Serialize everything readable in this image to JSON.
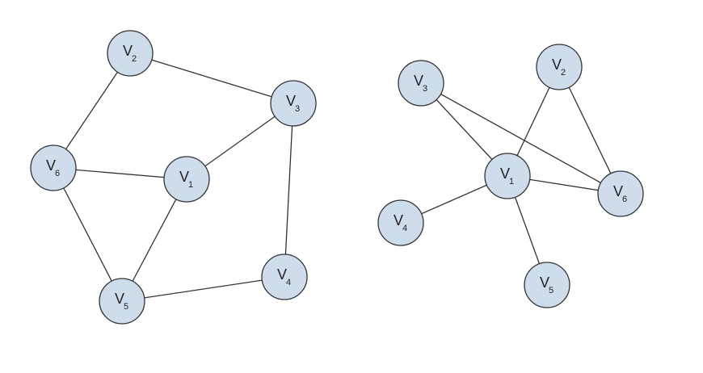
{
  "colors": {
    "node_fill": "#cfdcec",
    "node_stroke": "#333333",
    "edge": "#333333",
    "background": "#ffffff"
  },
  "graphs": [
    {
      "nodes": [
        {
          "id": "v1",
          "letter": "V",
          "sub": "1"
        },
        {
          "id": "v2",
          "letter": "V",
          "sub": "2"
        },
        {
          "id": "v3",
          "letter": "V",
          "sub": "3"
        },
        {
          "id": "v4",
          "letter": "V",
          "sub": "4"
        },
        {
          "id": "v5",
          "letter": "V",
          "sub": "5"
        },
        {
          "id": "v6",
          "letter": "V",
          "sub": "6"
        }
      ],
      "edges": [
        [
          "v2",
          "v3"
        ],
        [
          "v2",
          "v6"
        ],
        [
          "v3",
          "v1"
        ],
        [
          "v3",
          "v4"
        ],
        [
          "v6",
          "v1"
        ],
        [
          "v6",
          "v5"
        ],
        [
          "v1",
          "v5"
        ],
        [
          "v5",
          "v4"
        ]
      ]
    },
    {
      "nodes": [
        {
          "id": "v1",
          "letter": "V",
          "sub": "1"
        },
        {
          "id": "v2",
          "letter": "V",
          "sub": "2"
        },
        {
          "id": "v3",
          "letter": "V",
          "sub": "3"
        },
        {
          "id": "v4",
          "letter": "V",
          "sub": "4"
        },
        {
          "id": "v5",
          "letter": "V",
          "sub": "5"
        },
        {
          "id": "v6",
          "letter": "V",
          "sub": "6"
        }
      ],
      "edges": [
        [
          "v3",
          "v1"
        ],
        [
          "v3",
          "v6"
        ],
        [
          "v2",
          "v1"
        ],
        [
          "v2",
          "v6"
        ],
        [
          "v1",
          "v6"
        ],
        [
          "v1",
          "v4"
        ],
        [
          "v1",
          "v5"
        ]
      ]
    }
  ]
}
